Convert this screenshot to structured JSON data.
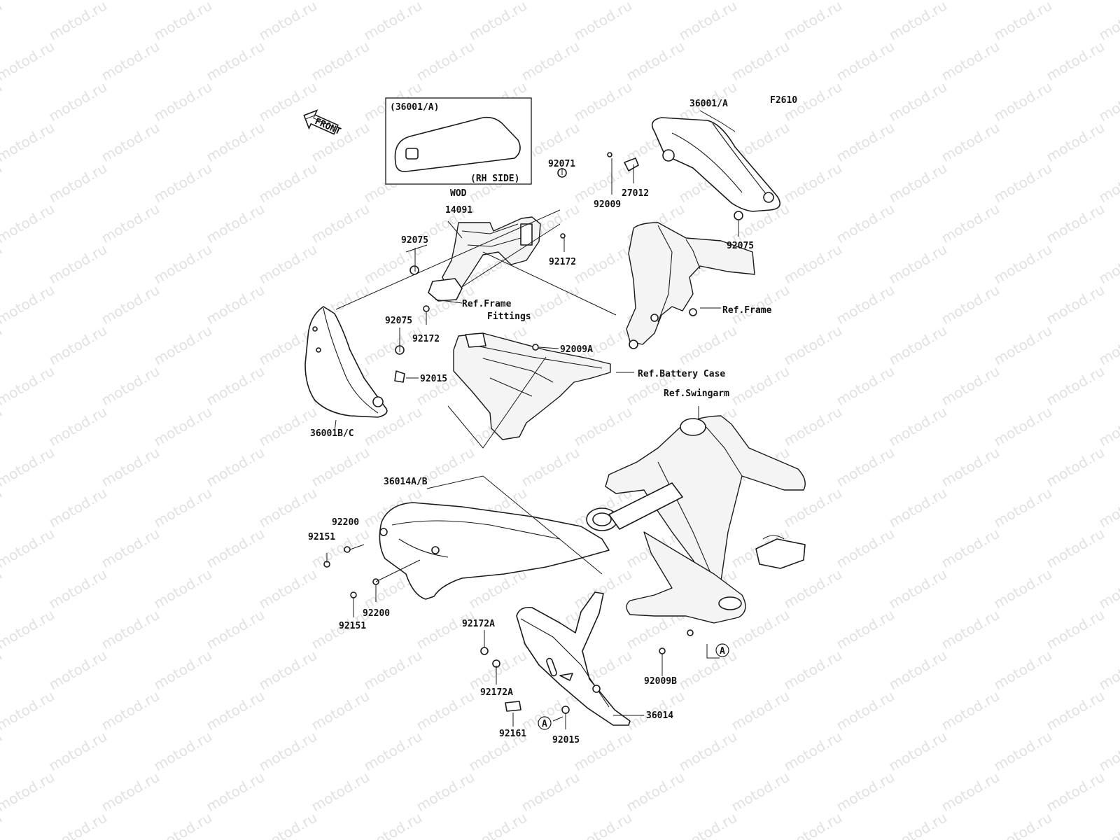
{
  "watermark": "motod.ru",
  "figure_code": "F2610",
  "front_arrow": "FRONT",
  "inset": {
    "title": "(36001/A)",
    "caption": "(RH SIDE)"
  },
  "labels": {
    "l_36001A": "36001/A",
    "l_92071": "92071",
    "l_27012": "27012",
    "l_92009": "92009",
    "l_92075_r": "92075",
    "l_wod": "WOD",
    "l_14091": "14091",
    "l_92075_l": "92075",
    "l_92172_a": "92172",
    "l_92075_m": "92075",
    "l_92172_b": "92172",
    "l_92009A": "92009A",
    "l_92015_top": "92015",
    "l_36001BC": "36001B/C",
    "l_36014AB": "36014A/B",
    "l_92200_a": "92200",
    "l_92151_a": "92151",
    "l_92200_b": "92200",
    "l_92151_b": "92151",
    "l_92172A_a": "92172A",
    "l_92172A_b": "92172A",
    "l_92161": "92161",
    "l_92015_bot": "92015",
    "l_36014": "36014",
    "l_92009B": "92009B",
    "l_circleA_1": "A",
    "l_circleA_2": "A"
  },
  "refs": {
    "frame_fittings_1": "Ref.Frame",
    "frame_fittings_2": "Fittings",
    "frame": "Ref.Frame",
    "battery_case": "Ref.Battery Case",
    "swingarm": "Ref.Swingarm"
  }
}
